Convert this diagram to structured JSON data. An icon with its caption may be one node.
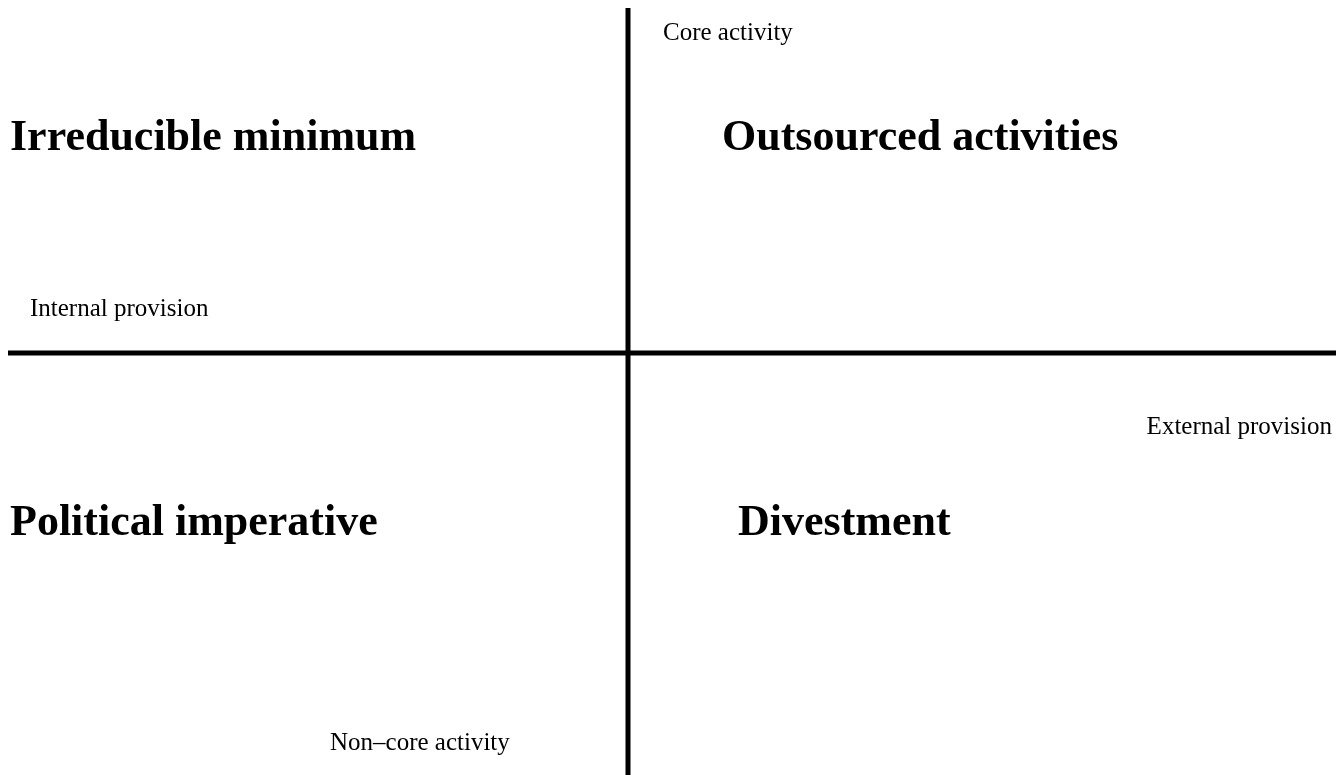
{
  "diagram": {
    "labels": [
      "Core activity",
      "Irreducible minimum",
      "Outsourced activities",
      "Internal provision",
      "External provision",
      "Political imperative",
      "Divestment",
      "Non–core activity"
    ]
  }
}
